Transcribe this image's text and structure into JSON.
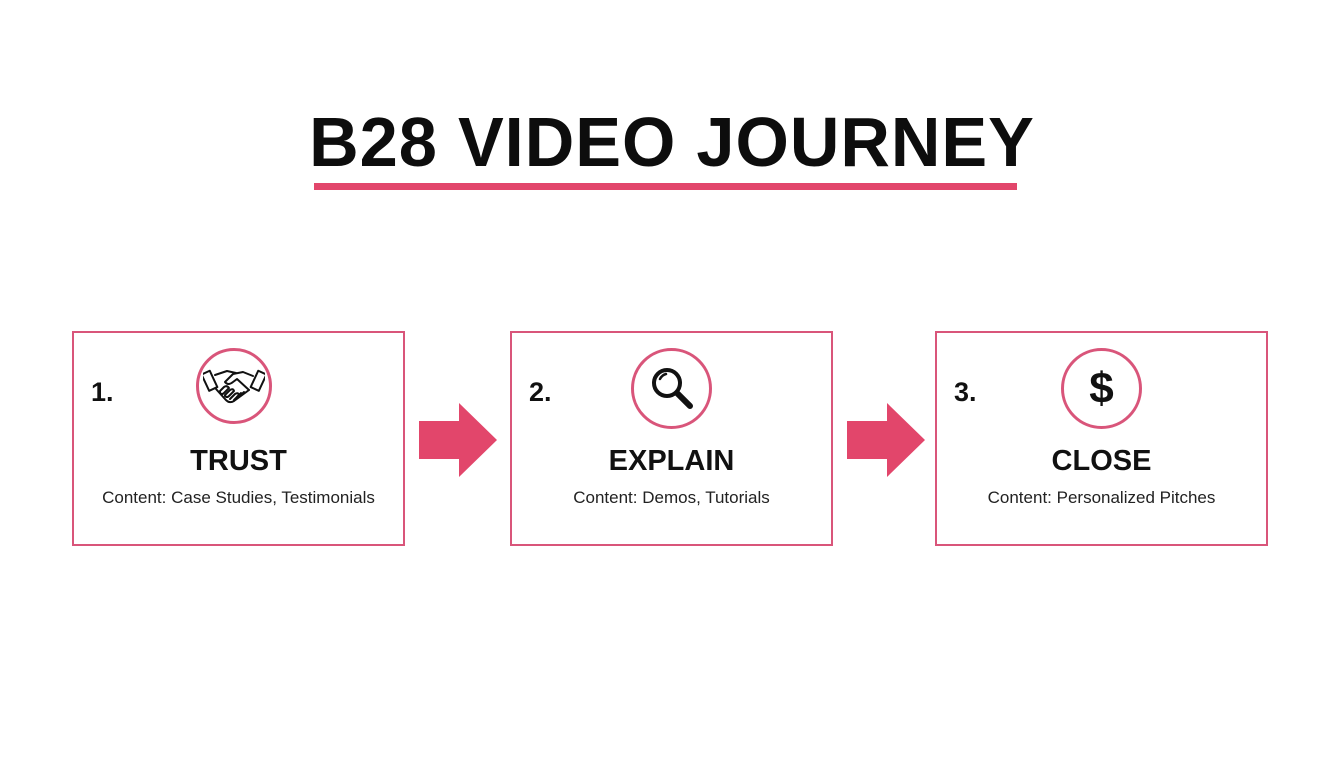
{
  "title": "B28 VIDEO JOURNEY",
  "colors": {
    "accent": "#e2466b",
    "border": "#d9557a",
    "text": "#111111"
  },
  "steps": [
    {
      "number": "1.",
      "stage": "TRUST",
      "content": "Content: Case Studies, Testimonials",
      "icon": "handshake-icon"
    },
    {
      "number": "2.",
      "stage": "EXPLAIN",
      "content": "Content: Demos, Tutorials",
      "icon": "magnifier-icon"
    },
    {
      "number": "3.",
      "stage": "CLOSE",
      "content": "Content: Personalized Pitches",
      "icon": "dollar-icon"
    }
  ],
  "icons": {
    "dollar_glyph": "$"
  }
}
